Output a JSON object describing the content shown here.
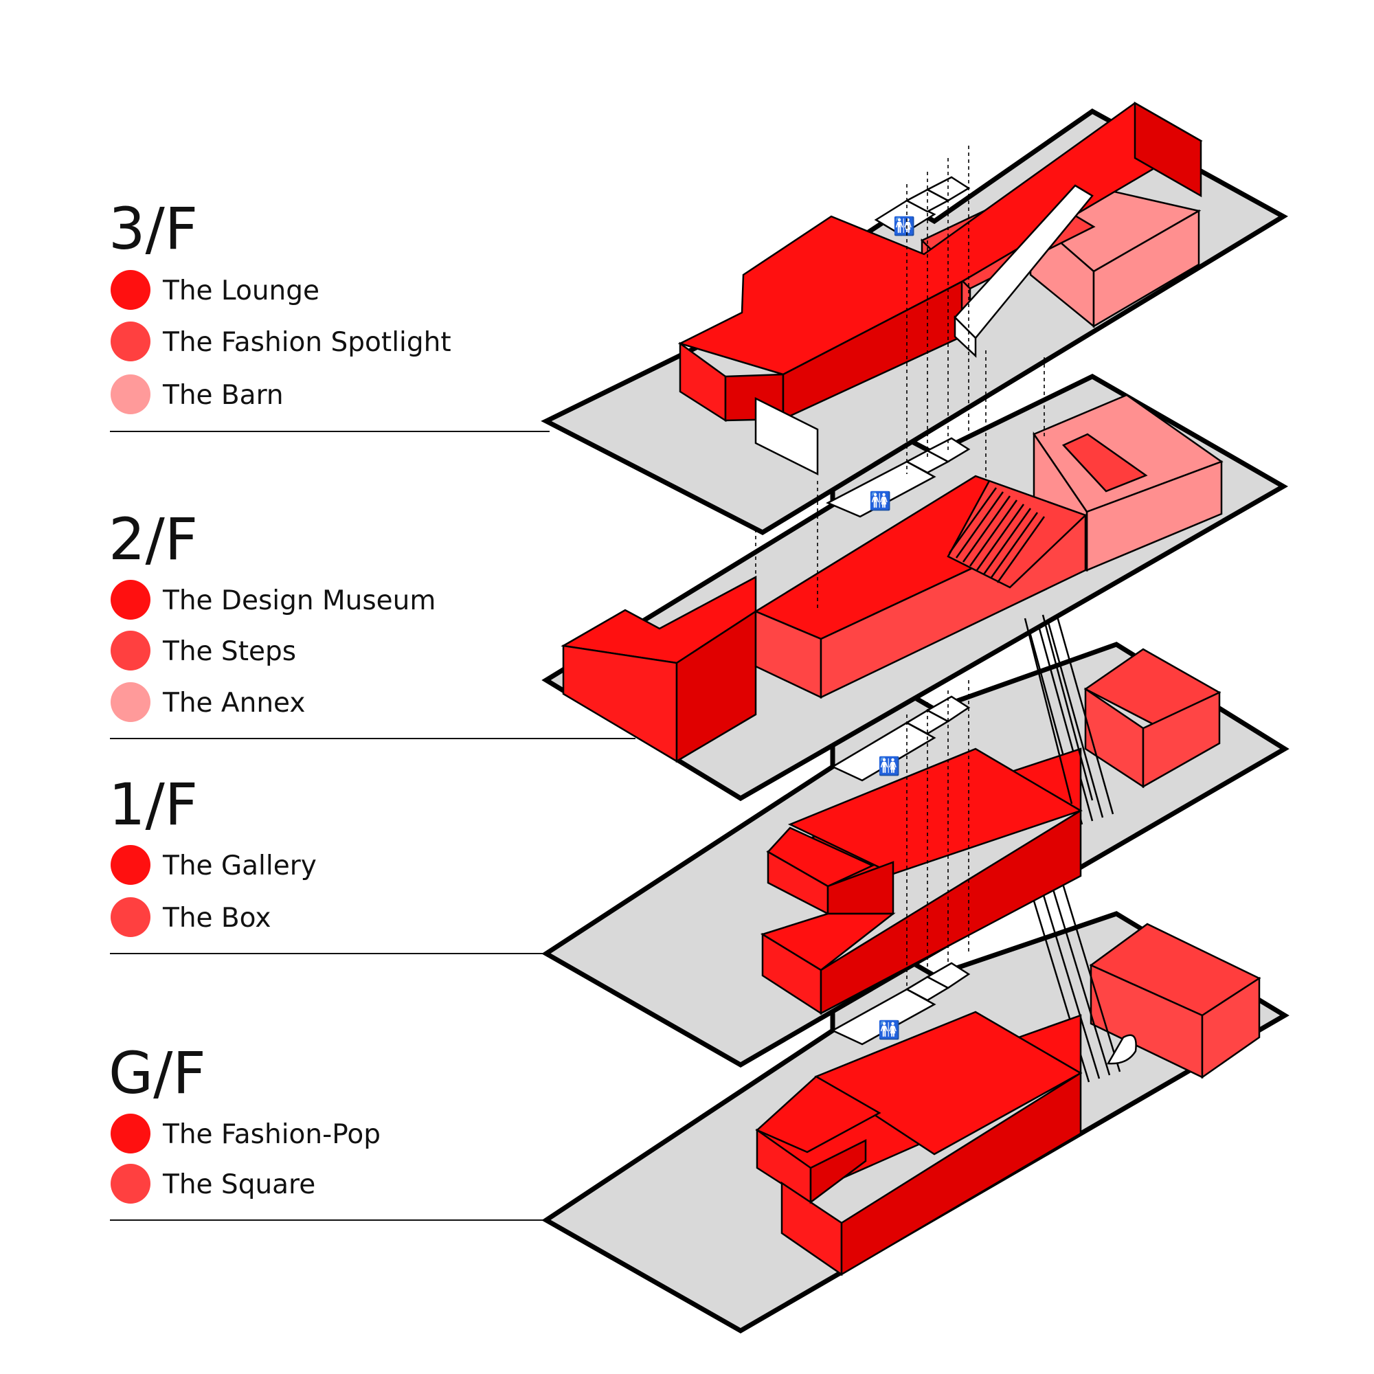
{
  "colors": {
    "primary_zone": "#ff1010",
    "secondary_zone": "#ff4040",
    "tertiary_zone": "#ff9a9a",
    "floor_slab": "#d9d9d9"
  },
  "floors": [
    {
      "label": "3/F",
      "zones": [
        {
          "name": "The Lounge",
          "color": "#ff1010"
        },
        {
          "name": "The Fashion Spotlight",
          "color": "#ff4040"
        },
        {
          "name": "The Barn",
          "color": "#ff9a9a"
        }
      ]
    },
    {
      "label": "2/F",
      "zones": [
        {
          "name": "The Design Museum",
          "color": "#ff1010"
        },
        {
          "name": "The Steps",
          "color": "#ff4040"
        },
        {
          "name": "The Annex",
          "color": "#ff9a9a"
        }
      ]
    },
    {
      "label": "1/F",
      "zones": [
        {
          "name": "The Gallery",
          "color": "#ff1010"
        },
        {
          "name": "The Box",
          "color": "#ff4040"
        }
      ]
    },
    {
      "label": "G/F",
      "zones": [
        {
          "name": "The Fashion-Pop",
          "color": "#ff1010"
        },
        {
          "name": "The Square",
          "color": "#ff4040"
        }
      ]
    }
  ]
}
